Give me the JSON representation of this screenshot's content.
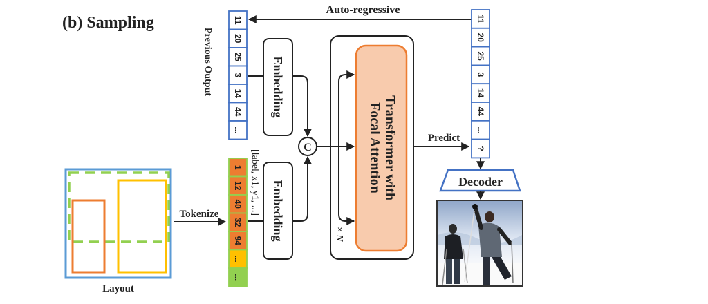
{
  "title": "(b) Sampling",
  "labels": {
    "auto_regressive": "Auto-regressive",
    "previous_output": "Previous Output",
    "embedding_top": "Embedding",
    "embedding_bottom": "Embedding",
    "concat": "C",
    "transformer_line1": "Transformer with",
    "transformer_line2": "Focal Attention",
    "repeat": "× N",
    "predict": "Predict",
    "decoder": "Decoder",
    "tokenize": "Tokenize",
    "layout": "Layout",
    "token_format": "[label, x1, y1, ...]"
  },
  "previous_output_tokens": [
    "11",
    "20",
    "25",
    "3",
    "14",
    "44",
    "..."
  ],
  "predicted_tokens": [
    "11",
    "20",
    "25",
    "3",
    "14",
    "44",
    "...",
    "?"
  ],
  "layout_tokens": [
    {
      "value": "1",
      "color": "#ED7D31"
    },
    {
      "value": "12",
      "color": "#ED7D31"
    },
    {
      "value": "40",
      "color": "#ED7D31"
    },
    {
      "value": "32",
      "color": "#ED7D31"
    },
    {
      "value": "94",
      "color": "#ED7D31"
    },
    {
      "value": "...",
      "color": "#FFC000"
    },
    {
      "value": "...",
      "color": "#92D050"
    }
  ],
  "colors": {
    "token_border_blue": "#4472C4",
    "transformer_fill": "#F8CBAD",
    "transformer_border": "#ED7D31",
    "layout_border": "#5B9BD5",
    "orange_box": "#ED7D31",
    "yellow_box": "#FFC000",
    "green_dashed": "#92D050"
  }
}
